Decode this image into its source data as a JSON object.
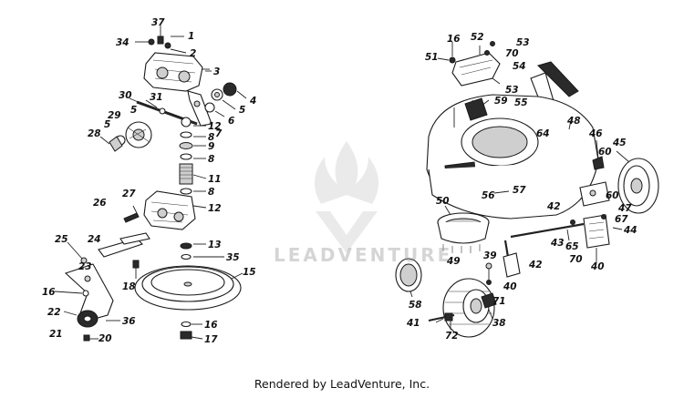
{
  "footer": {
    "text": "Rendered by LeadVenture, Inc."
  },
  "watermark": {
    "text": "LEADVENTURE"
  },
  "callouts": [
    {
      "id": "c37",
      "label": "37"
    },
    {
      "id": "c1",
      "label": "1"
    },
    {
      "id": "c34",
      "label": "34"
    },
    {
      "id": "c2",
      "label": "2"
    },
    {
      "id": "c3",
      "label": "3"
    },
    {
      "id": "c4",
      "label": "4"
    },
    {
      "id": "c30",
      "label": "30"
    },
    {
      "id": "c31",
      "label": "31"
    },
    {
      "id": "c5a",
      "label": "5"
    },
    {
      "id": "c5b",
      "label": "5"
    },
    {
      "id": "c6",
      "label": "6"
    },
    {
      "id": "c7",
      "label": "7"
    },
    {
      "id": "c29",
      "label": "29"
    },
    {
      "id": "c5c",
      "label": "5"
    },
    {
      "id": "c12a",
      "label": "12"
    },
    {
      "id": "c28",
      "label": "28"
    },
    {
      "id": "c8a",
      "label": "8"
    },
    {
      "id": "c9",
      "label": "9"
    },
    {
      "id": "c8b",
      "label": "8"
    },
    {
      "id": "c11",
      "label": "11"
    },
    {
      "id": "c27",
      "label": "27"
    },
    {
      "id": "c8c",
      "label": "8"
    },
    {
      "id": "c26",
      "label": "26"
    },
    {
      "id": "c12b",
      "label": "12"
    },
    {
      "id": "c25",
      "label": "25"
    },
    {
      "id": "c24",
      "label": "24"
    },
    {
      "id": "c13",
      "label": "13"
    },
    {
      "id": "c35",
      "label": "35"
    },
    {
      "id": "c23",
      "label": "23"
    },
    {
      "id": "c18",
      "label": "18"
    },
    {
      "id": "c15",
      "label": "15"
    },
    {
      "id": "c16a",
      "label": "16"
    },
    {
      "id": "c22",
      "label": "22"
    },
    {
      "id": "c36",
      "label": "36"
    },
    {
      "id": "c16b",
      "label": "16"
    },
    {
      "id": "c21",
      "label": "21"
    },
    {
      "id": "c20",
      "label": "20"
    },
    {
      "id": "c17",
      "label": "17"
    },
    {
      "id": "c16c",
      "label": "16"
    },
    {
      "id": "c52",
      "label": "52"
    },
    {
      "id": "c53a",
      "label": "53"
    },
    {
      "id": "c51",
      "label": "51"
    },
    {
      "id": "c70a",
      "label": "70"
    },
    {
      "id": "c54",
      "label": "54"
    },
    {
      "id": "c53b",
      "label": "53"
    },
    {
      "id": "c59",
      "label": "59"
    },
    {
      "id": "c55",
      "label": "55"
    },
    {
      "id": "c64",
      "label": "64"
    },
    {
      "id": "c48",
      "label": "48"
    },
    {
      "id": "c46",
      "label": "46"
    },
    {
      "id": "c45",
      "label": "45"
    },
    {
      "id": "c60a",
      "label": "60"
    },
    {
      "id": "c56",
      "label": "56"
    },
    {
      "id": "c57",
      "label": "57"
    },
    {
      "id": "c60b",
      "label": "60"
    },
    {
      "id": "c47",
      "label": "47"
    },
    {
      "id": "c50",
      "label": "50"
    },
    {
      "id": "c42a",
      "label": "42"
    },
    {
      "id": "c67",
      "label": "67"
    },
    {
      "id": "c43",
      "label": "43"
    },
    {
      "id": "c65",
      "label": "65"
    },
    {
      "id": "c44",
      "label": "44"
    },
    {
      "id": "c49",
      "label": "49"
    },
    {
      "id": "c39",
      "label": "39"
    },
    {
      "id": "c42b",
      "label": "42"
    },
    {
      "id": "c70b",
      "label": "70"
    },
    {
      "id": "c40a",
      "label": "40"
    },
    {
      "id": "c40b",
      "label": "40"
    },
    {
      "id": "c58",
      "label": "58"
    },
    {
      "id": "c71",
      "label": "71"
    },
    {
      "id": "c41",
      "label": "41"
    },
    {
      "id": "c72",
      "label": "72"
    },
    {
      "id": "c38",
      "label": "38"
    }
  ]
}
